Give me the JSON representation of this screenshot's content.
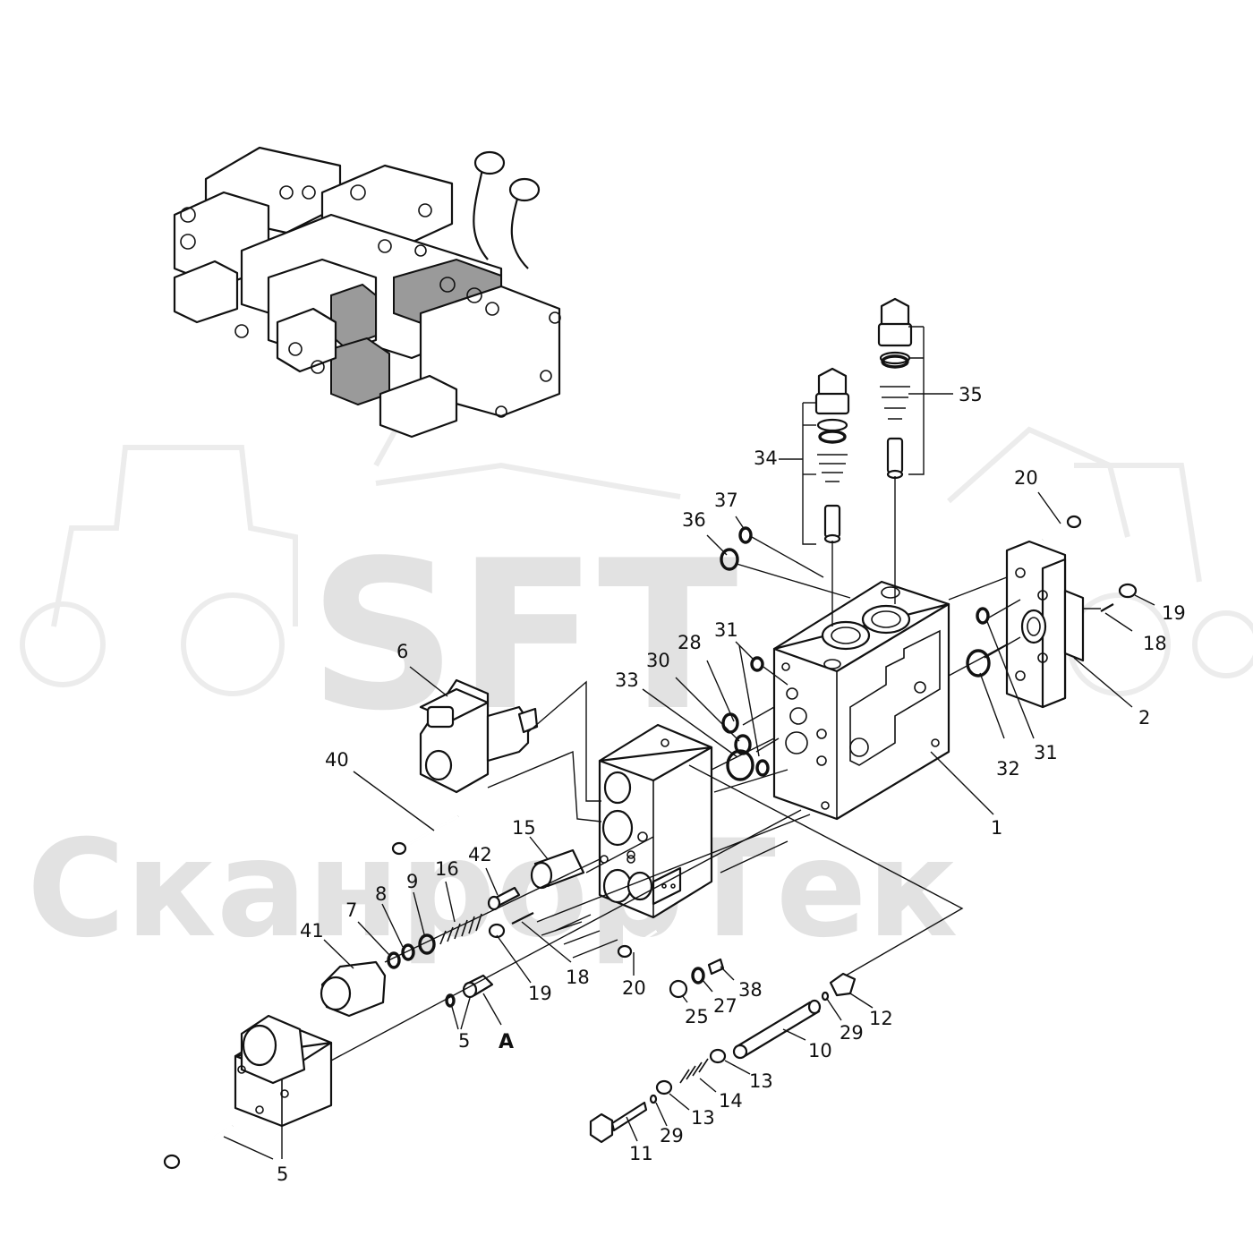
{
  "watermark": {
    "brand": "SFT",
    "company": "СканрорТек"
  },
  "callouts": [
    {
      "id": "c1",
      "text": "1"
    },
    {
      "id": "c2",
      "text": "2"
    },
    {
      "id": "c5a",
      "text": "5"
    },
    {
      "id": "c5b",
      "text": "5"
    },
    {
      "id": "c6",
      "text": "6"
    },
    {
      "id": "c7",
      "text": "7"
    },
    {
      "id": "c8",
      "text": "8"
    },
    {
      "id": "c9",
      "text": "9"
    },
    {
      "id": "c10",
      "text": "10"
    },
    {
      "id": "c11",
      "text": "11"
    },
    {
      "id": "c12",
      "text": "12"
    },
    {
      "id": "c13a",
      "text": "13"
    },
    {
      "id": "c13b",
      "text": "13"
    },
    {
      "id": "c14",
      "text": "14"
    },
    {
      "id": "c15",
      "text": "15"
    },
    {
      "id": "c16",
      "text": "16"
    },
    {
      "id": "c18a",
      "text": "18"
    },
    {
      "id": "c18b",
      "text": "18"
    },
    {
      "id": "c19a",
      "text": "19"
    },
    {
      "id": "c19b",
      "text": "19"
    },
    {
      "id": "c20a",
      "text": "20"
    },
    {
      "id": "c20b",
      "text": "20"
    },
    {
      "id": "c25",
      "text": "25"
    },
    {
      "id": "c27",
      "text": "27"
    },
    {
      "id": "c28",
      "text": "28"
    },
    {
      "id": "c29a",
      "text": "29"
    },
    {
      "id": "c29b",
      "text": "29"
    },
    {
      "id": "c30",
      "text": "30"
    },
    {
      "id": "c31a",
      "text": "31"
    },
    {
      "id": "c31b",
      "text": "31"
    },
    {
      "id": "c32",
      "text": "32"
    },
    {
      "id": "c33",
      "text": "33"
    },
    {
      "id": "c34",
      "text": "34"
    },
    {
      "id": "c35",
      "text": "35"
    },
    {
      "id": "c36",
      "text": "36"
    },
    {
      "id": "c37",
      "text": "37"
    },
    {
      "id": "c38",
      "text": "38"
    },
    {
      "id": "c40",
      "text": "40"
    },
    {
      "id": "c41",
      "text": "41"
    },
    {
      "id": "c42",
      "text": "42"
    },
    {
      "id": "cA",
      "text": "A"
    }
  ]
}
